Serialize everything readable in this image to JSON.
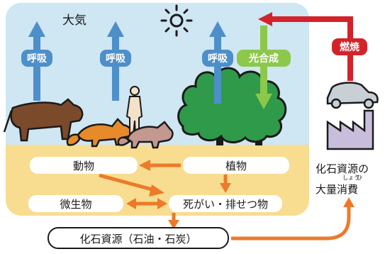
{
  "diagram": {
    "atmosphere_label": "大気",
    "labels": {
      "respiration": "呼吸",
      "photosynthesis": "光合成",
      "combustion": "燃焼"
    },
    "nodes": {
      "animals": "動物",
      "plants": "植物",
      "microbes": "微生物",
      "remains": "死がい・排せつ物",
      "fossil_fuels": "化石資源（石油・石炭）"
    },
    "mass_consumption": {
      "line1": "化石資源の",
      "line2_prefix": "大量",
      "line2_word": "消費",
      "ruby_1": "しょう",
      "ruby_2": "ひ"
    },
    "colors": {
      "sky": "#cfe6f3",
      "ground": "#f8dc90",
      "respiration_arrow": "#4d8fc9",
      "photosynthesis_arrow": "#8cc84b",
      "combustion_arrow": "#d2232a",
      "flow_arrow": "#ec7a2a",
      "tree": "#2f9a49"
    }
  }
}
